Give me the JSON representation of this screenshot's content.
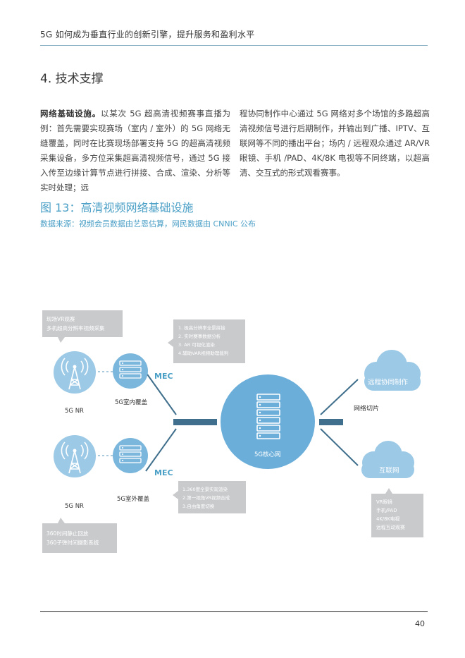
{
  "header": {
    "title": "5G 如何成为垂直行业的创新引擎，提升服务和盈利水平"
  },
  "section": {
    "title": "4. 技术支撑"
  },
  "body": {
    "bold_lead": "网络基础设施。",
    "left_text": "以某次 5G 超高清视频赛事直播为例：首先需要实现赛场（室内 / 室外）的 5G 网络无缝覆盖，同时在比赛现场部署支持 5G 的超高清视频采集设备，多方位采集超高清视频信号，通过 5G 接入传至边缘计算节点进行拼接、合成、渲染、分析等实时处理；远",
    "right_text": "程协同制作中心通过 5G 网络对多个场馆的多路超高清视频信号进行后期制作，并输出到广播、IPTV、互联网等不同的播出平台；场内 / 远程观众通过 AR/VR 眼镜、手机 /PAD、4K/8K 电视等不同终端，以超高清、交互式的形式观看赛事。"
  },
  "figure": {
    "title": "图 13：高清视频网络基础设施",
    "source": "数据来源：视频会员数据由艺恩估算，网民数据由 CNNIC 公布"
  },
  "diagram": {
    "top_left_box": [
      "现场VR观赛",
      "多机超高分辨率视频采集"
    ],
    "bottom_left_box": [
      "360时间静止回放",
      "360子弹时间摄影系统"
    ],
    "mec_top_box": [
      "1. 极高分辨率全景拼接",
      "2. 实时赛事数据分析",
      "3. AR 可视化渲染",
      "4.辅助VAR视频助理裁判"
    ],
    "mec_bottom_box": [
      "1.360度全景实现渲染",
      "2.第一视角VR视频合成",
      "3.自由角度切换"
    ],
    "right_bottom_box": [
      "VR眼镜",
      "手机/PAD",
      "4K/8K电视",
      "远程互动观赛"
    ],
    "tower_top_label": "5G NR",
    "tower_bottom_label": "5G NR",
    "server_top_label": "5G室内覆盖",
    "server_bottom_label": "5G室外覆盖",
    "mec_top_label": "MEC",
    "mec_bottom_label": "MEC",
    "core_label": "5G核心网",
    "slicing_label": "网络切片",
    "cloud_top_label": "远程协同制作",
    "cloud_bottom_label": "互联网",
    "colors": {
      "accent": "#4a9fc6",
      "light_blue": "#9cc9e6",
      "node_blue": "#7bb7dc",
      "core_blue": "#6aaed9",
      "connector": "#3f6f8c",
      "note_gray": "#c9cacc"
    }
  },
  "footer": {
    "page": "40"
  }
}
